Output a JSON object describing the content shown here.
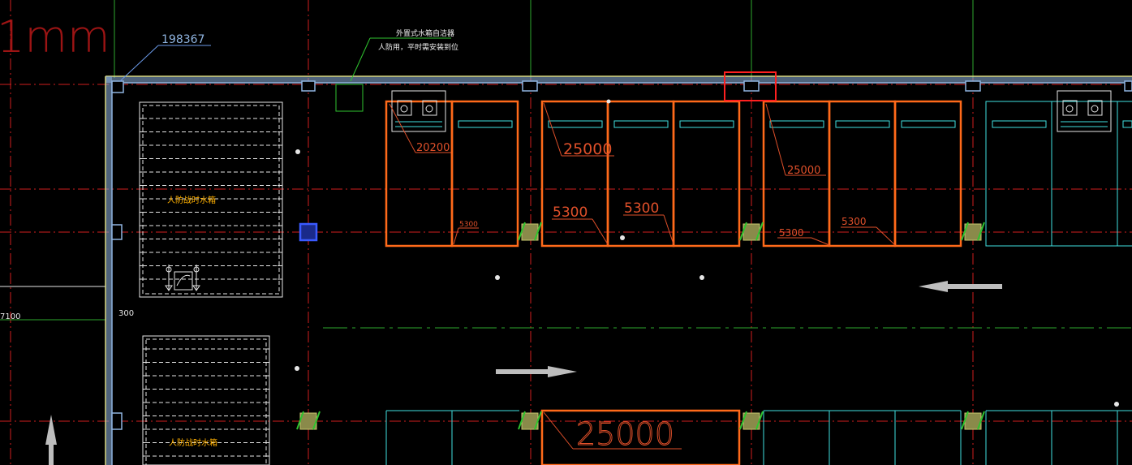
{
  "colors": {
    "background": "#000000",
    "axis_red": "#d01e1e",
    "axis_green": "#2ea82e",
    "wall_blue": "#8fb4e0",
    "wall_fill": "#6a8fbf",
    "parking_orange": "#ff6a1a",
    "dim_text": "#e0502a",
    "cyan": "#3fe0e0",
    "white": "#e6e6e6",
    "yellow_label": "#ffb000",
    "leader_blue": "#6b9ae8",
    "leader_green": "#2fc42f",
    "column_fill": "#8a8a4a",
    "highlight_red": "#ff2020",
    "arrow_grey": "#bdbdbd"
  },
  "texts": {
    "scale_label": "1mm",
    "dim_198367": "198367",
    "note_line1": "外置式水箱自洁器",
    "note_line2": "人防用，平时需安装到位",
    "tank_label_top": "人防战时水箱",
    "tank_label_bottom": "人防战时水箱",
    "dim_300": "300",
    "dim_7100": "7100",
    "dim_20200": "20200",
    "dim_25000_a": "25000",
    "dim_25000_b": "25000",
    "dim_25000_c": "25000",
    "dim_5300_small": "5300",
    "dim_5300_a": "5300",
    "dim_5300_b": "5300",
    "dim_5300_c": "5300",
    "dim_5300_d": "5300"
  },
  "icons": {
    "charger_station": "charger-icon",
    "water_tank_equipment": "pump-icon",
    "arrow_left": "arrow-left-icon",
    "arrow_right": "arrow-right-icon",
    "arrow_up": "arrow-up-icon"
  }
}
